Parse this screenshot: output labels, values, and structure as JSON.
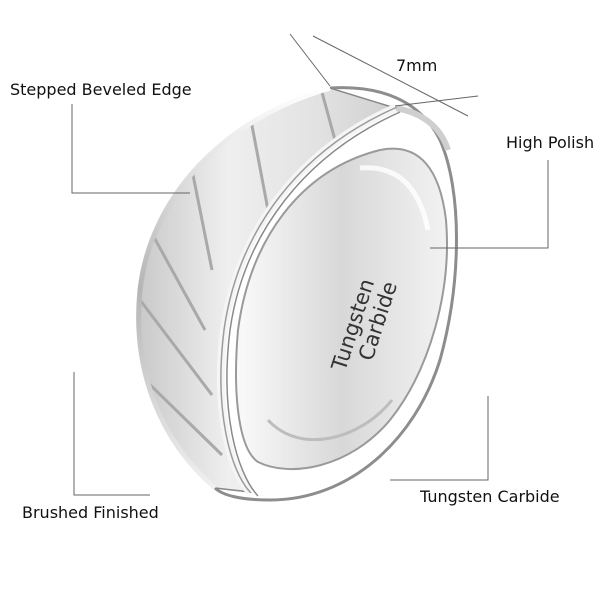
{
  "labels": {
    "stepped_edge": "Stepped Beveled Edge",
    "high_polish": "High Polish",
    "brushed": "Brushed Finished",
    "tungsten": "Tungsten Carbide",
    "width": "7mm"
  },
  "engraving": {
    "line1": "Tungsten",
    "line2": "Carbide"
  },
  "colors": {
    "leader_line": "#666666",
    "text": "#111111",
    "metal_light": "#f4f4f4",
    "metal_dark": "#9a9a9a"
  }
}
